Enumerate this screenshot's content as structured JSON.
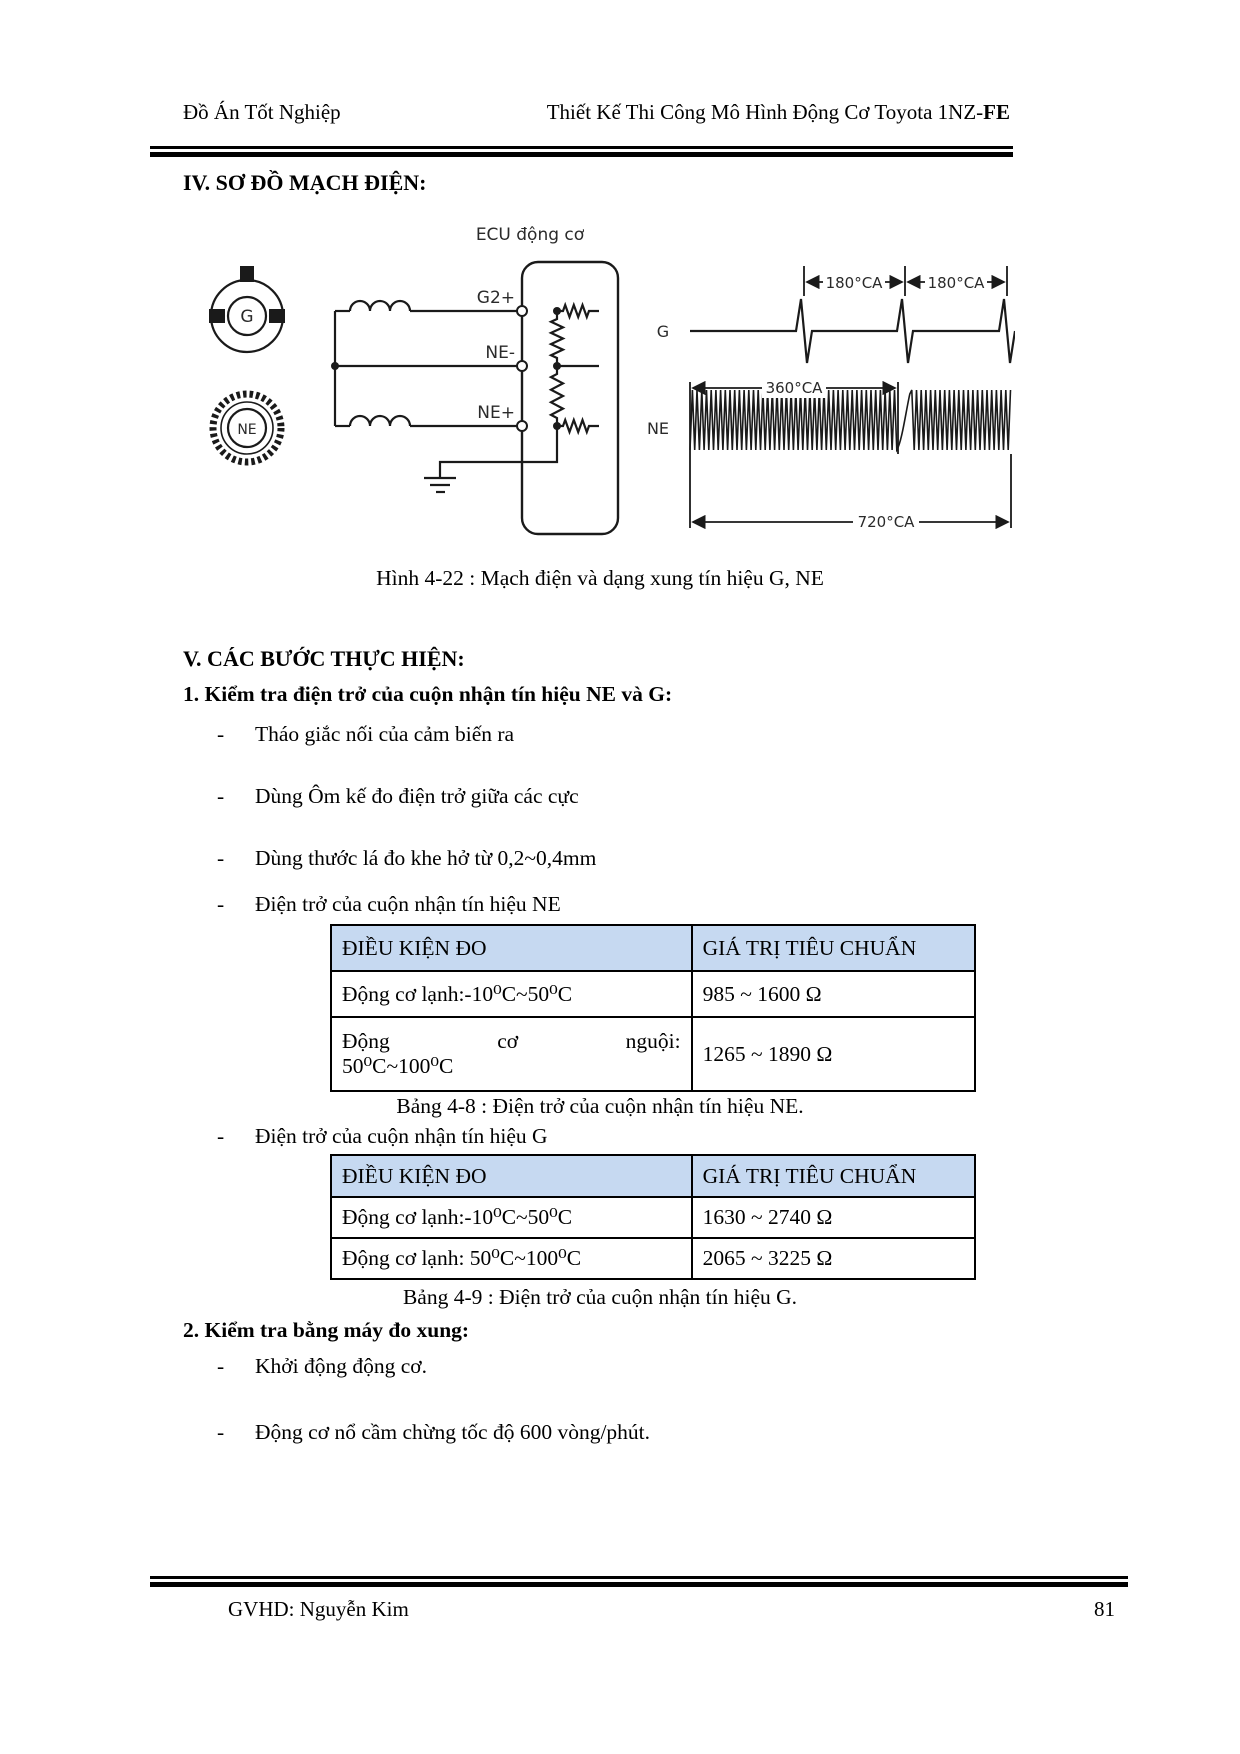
{
  "header": {
    "left": "Đồ Án Tốt Nghiệp",
    "right_main": "Thiết Kế Thi Công Mô Hình Động Cơ Toyota 1NZ-",
    "right_suffix": "FE"
  },
  "section_iv": {
    "title": "IV. SƠ ĐỒ MẠCH ĐIỆN:"
  },
  "figure": {
    "caption": "Hình 4-22 : Mạch điện và dạng xung tín hiệu G, NE",
    "labels": {
      "ecu": "ECU động cơ",
      "g2_plus": "G2+",
      "ne_minus": "NE-",
      "ne_plus": "NE+",
      "g_sensor": "G",
      "ne_sensor": "NE",
      "g_wave": "G",
      "ne_wave": "NE",
      "dim180a": "180°CA",
      "dim180b": "180°CA",
      "dim360": "360°CA",
      "dim720": "720°CA"
    }
  },
  "section_v": {
    "title": "V. CÁC BƯỚC THỰC HIỆN:"
  },
  "bullet_marker": "-",
  "step1": {
    "title": "1. Kiểm tra điện trở của cuộn nhận tín hiệu NE và G:",
    "bullets": [
      "Tháo giắc nối của cảm biến ra",
      "Dùng Ôm kế đo điện trở giữa các cực",
      "Dùng thước lá đo khe hở từ 0,2~0,4mm",
      "Điện trở của cuộn nhận tín hiệu NE"
    ],
    "bullet_g": "Điện trở của cuộn nhận tín hiệu G"
  },
  "tables": [
    {
      "headers": [
        "ĐIỀU KIỆN ĐO",
        "GIÁ TRỊ TIÊU CHUẨN"
      ],
      "rows": [
        {
          "condition": "Động cơ lạnh:-10⁰C~50⁰C",
          "value": "985 ~ 1600 Ω"
        }
      ],
      "row2": {
        "words": [
          "Động",
          "cơ",
          "nguội:"
        ],
        "line2": "50⁰C~100⁰C",
        "value": "1265 ~ 1890 Ω"
      },
      "caption": "Bảng 4-8 : Điện trở của cuộn nhận tín hiệu NE."
    },
    {
      "headers": [
        "ĐIỀU KIỆN ĐO",
        "GIÁ TRỊ TIÊU CHUẨN"
      ],
      "rows": [
        {
          "condition": "Động cơ lạnh:-10⁰C~50⁰C",
          "value": "1630 ~ 2740 Ω"
        },
        {
          "condition": "Động cơ lạnh: 50⁰C~100⁰C",
          "value": "2065 ~ 3225 Ω"
        }
      ],
      "caption": "Bảng 4-9 : Điện trở của cuộn nhận tín hiệu G."
    }
  ],
  "step2": {
    "title": "2. Kiểm tra bằng máy đo xung:",
    "bullets": [
      "Khởi động động cơ.",
      "Động cơ nổ cầm chừng tốc độ 600 vòng/phút."
    ]
  },
  "footer": {
    "left": "GVHD: Nguyễn Kim",
    "page_number": "81"
  },
  "colors": {
    "table_header_bg": "#c6d9f1",
    "ink": "#1a1a1a"
  }
}
